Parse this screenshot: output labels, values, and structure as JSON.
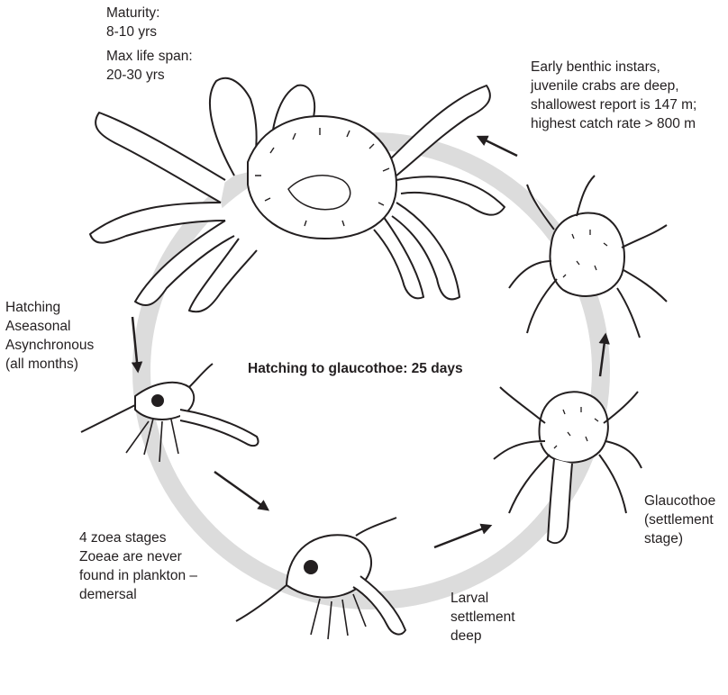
{
  "center_text": "Hatching to glaucothoe: 25 days",
  "labels": {
    "maturity": [
      "Maturity:",
      "8-10 yrs"
    ],
    "life_span": [
      "Max life span:",
      "20-30 yrs"
    ],
    "early_benthic": [
      "Early benthic instars,",
      "juvenile crabs are deep,",
      "shallowest report is 147 m;",
      "highest catch rate > 800 m"
    ],
    "hatching": [
      "Hatching",
      "Aseasonal",
      "Asynchronous",
      "(all months)"
    ],
    "zoea": [
      "4 zoea stages",
      "Zoeae are never",
      "found in plankton –",
      "demersal"
    ],
    "larval": [
      "Larval",
      "settlement",
      "deep"
    ],
    "glaucothoe": [
      "Glaucothoe",
      "(settlement",
      "stage)"
    ]
  },
  "colors": {
    "cycle_ring": "#dcdcdc",
    "arrow": "#231f20",
    "ink": "#231f20"
  }
}
